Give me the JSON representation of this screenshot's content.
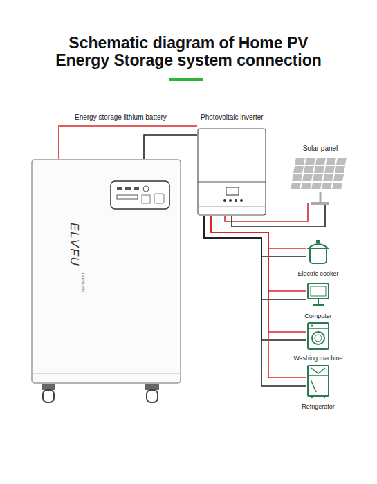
{
  "diagram": {
    "title": "Schematic diagram of Home PV Energy Storage system connection",
    "nodes": [
      {
        "text": [
          "Energy storage lithium battery",
          "ELVFU",
          "LFP51280"
        ]
      },
      {
        "text": [
          "Photovoltaic inverter"
        ]
      },
      {
        "text": [
          "Solar panel"
        ]
      },
      {
        "text": [
          "Electric cooker"
        ]
      },
      {
        "text": [
          "Computer"
        ]
      },
      {
        "text": [
          "Washing machine"
        ]
      },
      {
        "text": [
          "Refrigerator"
        ]
      }
    ],
    "edges": [
      {
        "from": 0,
        "to": 1,
        "arrow": "none"
      },
      {
        "from": 1,
        "to": 2,
        "arrow": "none"
      },
      {
        "from": 1,
        "to": 3,
        "arrow": "none"
      },
      {
        "from": 1,
        "to": 4,
        "arrow": "none"
      },
      {
        "from": 1,
        "to": 5,
        "arrow": "none"
      },
      {
        "from": 1,
        "to": 6,
        "arrow": "none"
      }
    ]
  }
}
